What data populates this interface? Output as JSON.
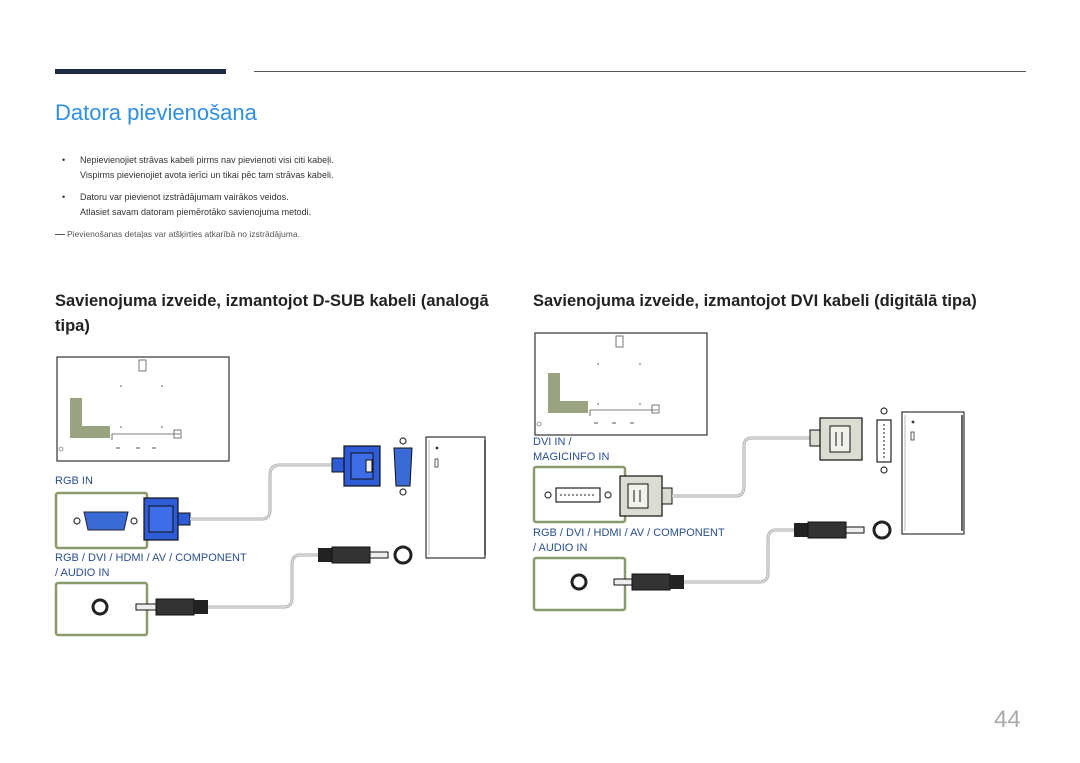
{
  "header": {
    "title": "Datora pievienošana"
  },
  "bullets": [
    {
      "lines": [
        "Nepievienojiet strāvas kabeli pirms nav pievienoti visi citi kabeļi.",
        "Vispirms pievienojiet avota ierīci un tikai pēc tam strāvas kabeli."
      ]
    },
    {
      "lines": [
        "Datoru var pievienot izstrādājumam vairākos veidos.",
        "Atlasiet savam datoram piemērotāko savienojuma metodi."
      ]
    }
  ],
  "note": "Pievienošanas detaļas var atšķirties atkarībā no izstrādājuma.",
  "sections": {
    "dsub": {
      "title": "Savienojuma izveide, izmantojot D-SUB kabeli (analogā tipa)",
      "port_rgb": "RGB IN",
      "port_audio_1": "RGB / DVI / HDMI / AV / COMPONENT",
      "port_audio_2": "/ AUDIO IN"
    },
    "dvi": {
      "title": "Savienojuma izveide, izmantojot DVI kabeli (digitālā tipa)",
      "port_dvi_1": "DVI IN /",
      "port_dvi_2": "MAGICINFO IN",
      "port_audio_1": "RGB / DVI / HDMI / AV / COMPONENT",
      "port_audio_2": "/ AUDIO IN"
    }
  },
  "colors": {
    "accent_blue": "#2f8fe0",
    "dark_bar": "#1f2a44",
    "port_highlight": "#8a9a6a",
    "vga_blue": "#2e5bd6",
    "dvi_grey": "#d8d8d0"
  },
  "page_number": "44"
}
